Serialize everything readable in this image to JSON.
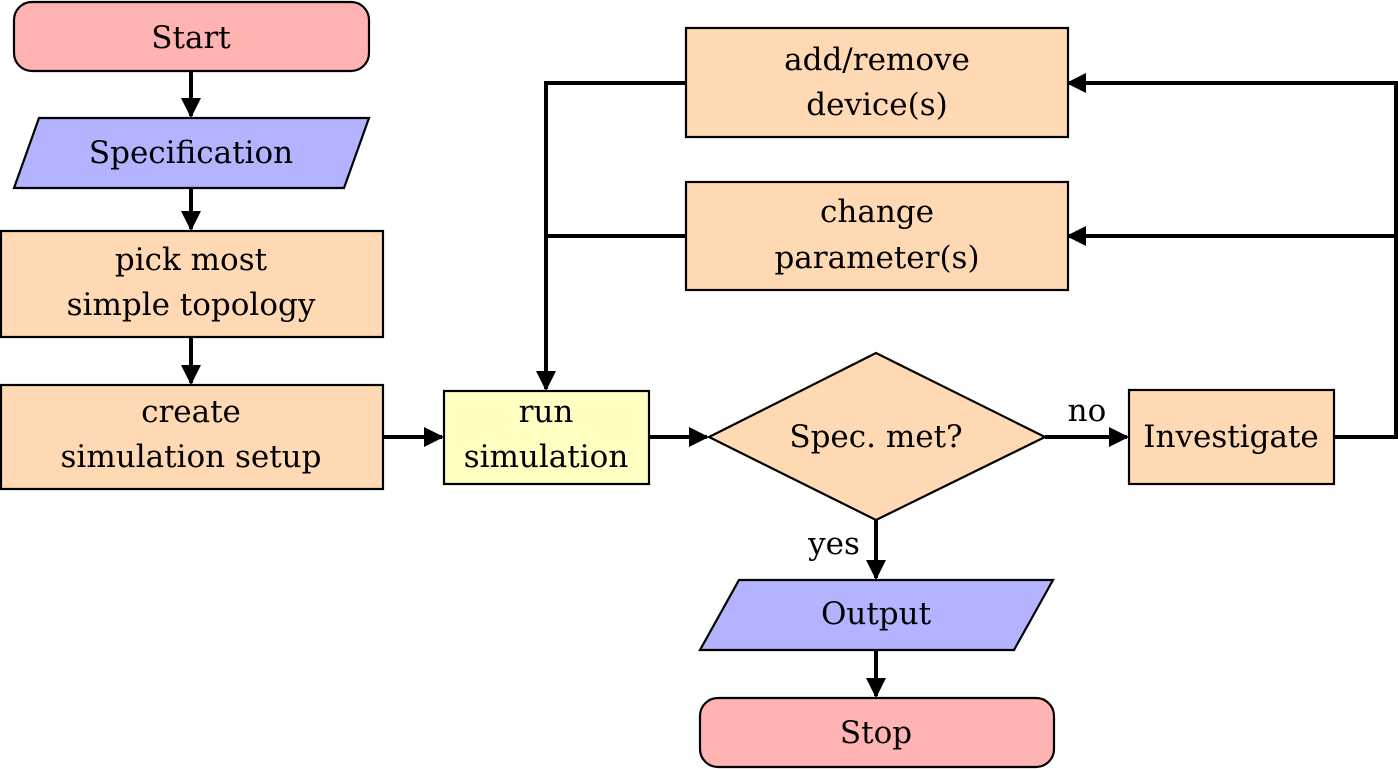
{
  "colors": {
    "terminal": "#ffb3b3",
    "io": "#b3b3ff",
    "process": "#ffd9b3",
    "simulation": "#ffffc2",
    "decision": "#ffd9b3",
    "line": "#000000"
  },
  "nodes": {
    "start": {
      "shape": "rounded-rect",
      "lines": [
        "Start"
      ]
    },
    "specification": {
      "shape": "parallelogram",
      "lines": [
        "Specification"
      ]
    },
    "pick_topology": {
      "shape": "rect",
      "lines": [
        "pick most",
        "simple topology"
      ]
    },
    "create_setup": {
      "shape": "rect",
      "lines": [
        "create",
        "simulation setup"
      ]
    },
    "run_simulation": {
      "shape": "rect",
      "lines": [
        "run",
        "simulation"
      ]
    },
    "spec_met": {
      "shape": "diamond",
      "lines": [
        "Spec. met?"
      ]
    },
    "investigate": {
      "shape": "rect",
      "lines": [
        "Investigate"
      ]
    },
    "add_remove": {
      "shape": "rect",
      "lines": [
        "add/remove",
        "device(s)"
      ]
    },
    "change_params": {
      "shape": "rect",
      "lines": [
        "change",
        "parameter(s)"
      ]
    },
    "output": {
      "shape": "parallelogram",
      "lines": [
        "Output"
      ]
    },
    "stop": {
      "shape": "rounded-rect",
      "lines": [
        "Stop"
      ]
    }
  },
  "edge_labels": {
    "no": "no",
    "yes": "yes"
  }
}
